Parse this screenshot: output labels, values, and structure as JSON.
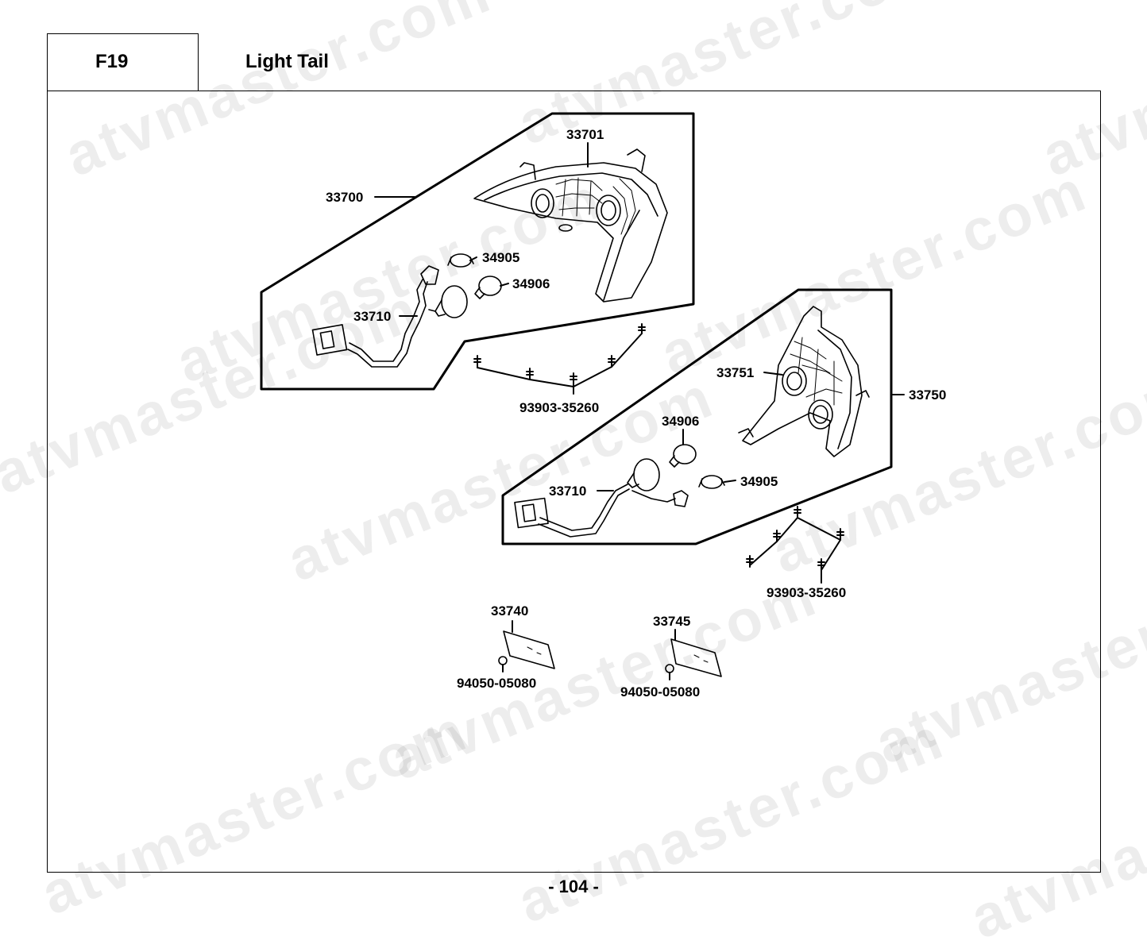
{
  "header": {
    "section_code": "F19",
    "section_title": "Light Tail"
  },
  "page_number": "- 104 -",
  "watermark_text": "atvmaster.com",
  "parts": {
    "upper_assembly": "33700",
    "upper_housing": "33701",
    "upper_bulb_small": "34905",
    "upper_bulb_large": "34906",
    "upper_socket_harness": "33710",
    "upper_screws": "93903-35260",
    "lower_assembly": "33750",
    "lower_housing": "33751",
    "lower_bulb_large": "34906",
    "lower_socket_harness": "33710",
    "lower_bulb_small": "34905",
    "lower_screws": "93903-35260",
    "reflector_left": "33740",
    "reflector_left_nut": "94050-05080",
    "reflector_right": "33745",
    "reflector_right_nut": "94050-05080"
  }
}
